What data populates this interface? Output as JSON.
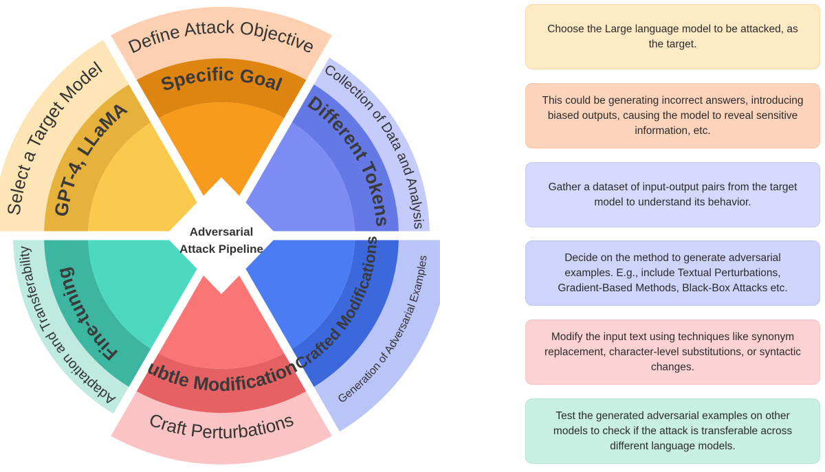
{
  "center": {
    "line1": "Adversarial",
    "line2": "Attack Pipeline"
  },
  "segments": [
    {
      "id": "target",
      "outer": "Select a Target Model",
      "inner": "GPT-4, LLaMA",
      "outer_color": "#fde5b6",
      "mid_color": "#e7b23c",
      "core_color": "#fcc94f"
    },
    {
      "id": "objective",
      "outer": "Define Attack Objective",
      "inner": "Specific Goal",
      "outer_color": "#fcd0b1",
      "mid_color": "#de8410",
      "core_color": "#f89b1c"
    },
    {
      "id": "collection",
      "outer": "Collection of Data and Analysis",
      "inner": "Different Tokens",
      "outer_color": "#c5cbfa",
      "mid_color": "#6478e6",
      "core_color": "#7c8cf4"
    },
    {
      "id": "generation",
      "outer": "Generation of Adversarial Examples",
      "inner": "Crafted Modifications",
      "outer_color": "#b9c4f7",
      "mid_color": "#3c68dc",
      "core_color": "#4b7cf4"
    },
    {
      "id": "perturbations",
      "outer": "Craft Perturbations",
      "inner": "Subtle Modifications",
      "outer_color": "#fbc4c4",
      "mid_color": "#e66163",
      "core_color": "#fa7676"
    },
    {
      "id": "adaptation",
      "outer": "Adaptation and Transferability",
      "inner": "Fine-tuning",
      "outer_color": "#bfeadf",
      "mid_color": "#3cb6a1",
      "core_color": "#4dd9bf"
    }
  ],
  "cards": [
    {
      "text": "Choose the Large language model to be attacked, as the target.",
      "bg": "#fde9c4",
      "border": "#f8dba6"
    },
    {
      "text": "This could be generating incorrect answers, introducing biased outputs, causing the model to reveal sensitive information, etc.",
      "bg": "#fcd4bc",
      "border": "#f9c3a4"
    },
    {
      "text": "Gather a dataset of input-output pairs from the target model to understand its behavior.",
      "bg": "#d6d9fb",
      "border": "#c5c9f7"
    },
    {
      "text": "Decide on the method to generate adversarial examples. E.g., include Textual Perturbations, Gradient-Based Methods, Black-Box Attacks etc.",
      "bg": "#cfd4fa",
      "border": "#bfc5f5"
    },
    {
      "text": "Modify the input text using techniques like synonym replacement, character-level substitutions, or syntactic changes.",
      "bg": "#fcd2d4",
      "border": "#f8c0c3"
    },
    {
      "text": "Test the generated adversarial examples on other models to check if the attack is transferable across different language models.",
      "bg": "#c9eee2",
      "border": "#b5e5d5"
    }
  ]
}
